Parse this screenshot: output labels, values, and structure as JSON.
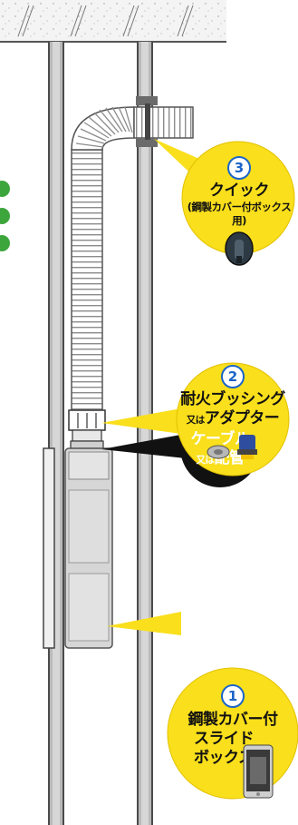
{
  "colors": {
    "callout_fill": "#f9df1c",
    "callout_border": "#e3c100",
    "label_dark": "#111111",
    "number_blue": "#1a64c8",
    "green_dot": "#3ca53c"
  },
  "callouts": [
    {
      "number": "3",
      "title": "クイック",
      "subtitle": "(鋼製カバー付ボックス用)"
    },
    {
      "number": "2",
      "title": "耐火ブッシング",
      "prefix": "又は",
      "suffix": "アダプター"
    },
    {
      "number": "1",
      "line1": "鋼製カバー付",
      "line2": "スライド",
      "line3": "ボックス"
    }
  ],
  "cable_label": {
    "main": "ケーブル",
    "prefix": "又は",
    "suffix": "配管"
  },
  "icons": [
    "quick-cap-icon",
    "bushing-disc-icon",
    "adapter-icon",
    "smartphone-icon"
  ]
}
